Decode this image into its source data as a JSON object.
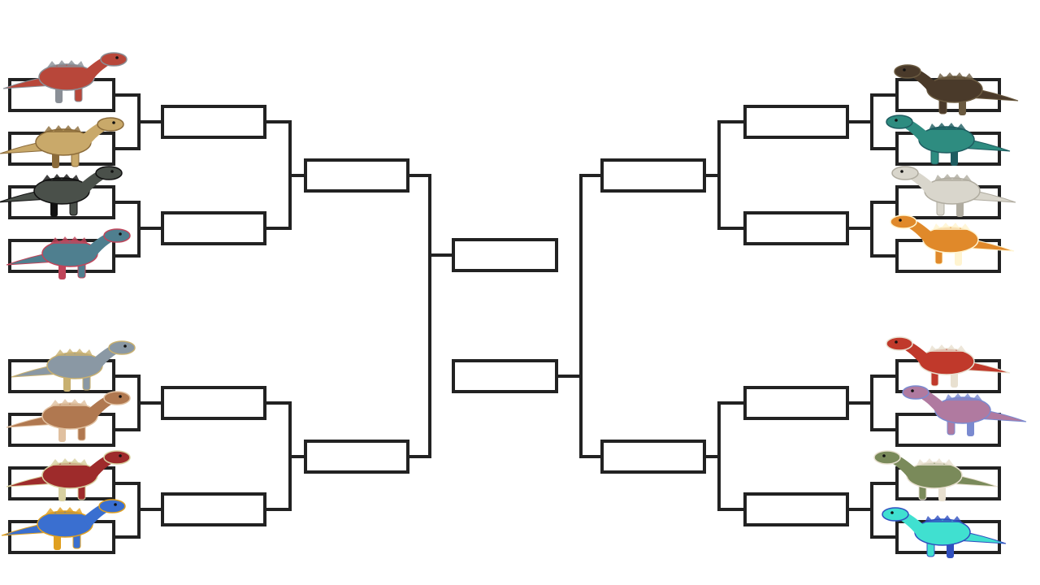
{
  "bracket": {
    "line_color": "#222222",
    "box_fill": "#ffffff",
    "rounds_per_side": 3,
    "entrants_per_side": 8,
    "slot_labels": []
  },
  "dinosaurs": {
    "left": [
      {
        "icon": "red-theropod-image",
        "color": "#b8473a",
        "accent": "#8a8f96"
      },
      {
        "icon": "spiked-tan-dinosaur-image",
        "color": "#c9a96a",
        "accent": "#8b6b3a"
      },
      {
        "icon": "black-cartoon-tyrannosaur-image",
        "color": "#4a504a",
        "accent": "#111111"
      },
      {
        "icon": "blue-theropod-image",
        "color": "#4f7f8f",
        "accent": "#c0455a"
      },
      {
        "icon": "grey-spined-sauropod-image",
        "color": "#8a98a4",
        "accent": "#c8b070"
      },
      {
        "icon": "brown-theropod-image",
        "color": "#b07850",
        "accent": "#e0c0a0"
      },
      {
        "icon": "red-spiked-dinosaur-image",
        "color": "#9e2b2b",
        "accent": "#d8d0a0"
      },
      {
        "icon": "blue-raptor-image",
        "color": "#3a6fd0",
        "accent": "#e0a020"
      }
    ],
    "right": [
      {
        "icon": "brown-hadrosaur-image",
        "color": "#4a3a2a",
        "accent": "#6a5a40"
      },
      {
        "icon": "teal-theropod-image",
        "color": "#2e8c80",
        "accent": "#1e5c60"
      },
      {
        "icon": "white-theropod-image",
        "color": "#d9d6cc",
        "accent": "#b0aca0"
      },
      {
        "icon": "orange-spotted-sauropod-image",
        "color": "#e0892a",
        "accent": "#fff4d0"
      },
      {
        "icon": "red-ceratopsian-image",
        "color": "#c0392b",
        "accent": "#e8e0d0"
      },
      {
        "icon": "purple-raptor-image",
        "color": "#b07aa0",
        "accent": "#7a8ad0"
      },
      {
        "icon": "green-triceratops-image",
        "color": "#7a8a5a",
        "accent": "#e8e0d0"
      },
      {
        "icon": "cyan-cartoon-dinosaur-image",
        "color": "#40e0d0",
        "accent": "#3050c0"
      }
    ]
  }
}
